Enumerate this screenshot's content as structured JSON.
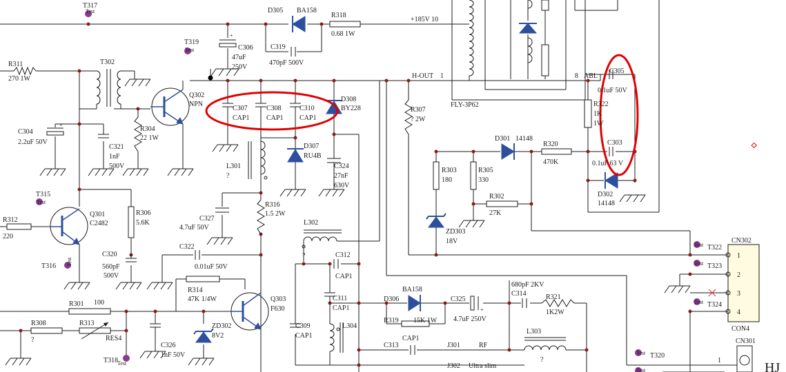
{
  "highlight_color": "#e00000",
  "component_color": "#2c4f9e",
  "testpoint_color": "#8a3a8f",
  "labels": {
    "T317": "T317",
    "D305": "D305",
    "BA158a": "BA158",
    "R318": "R318",
    "R318v": "0.68 1W",
    "v185": "+185V 10",
    "T319": "T319",
    "C306": "C306",
    "C306v1": "47uF",
    "C306v2": "250V",
    "C319": "C319",
    "C319v": "470pF 500V",
    "R311": "R311",
    "R311v": "270 1W",
    "T302": "T302",
    "Q302": "Q302",
    "Q302t": "NPN",
    "C307": "C307",
    "C307v": "CAP1",
    "C308": "C308",
    "C308v": "CAP1",
    "C310": "C310",
    "C310v": "CAP1",
    "D308": "D308",
    "D308v": "BY228",
    "HOUT": "H-OUT",
    "HOUTn": "1",
    "n8": "8",
    "ABL": "ABL",
    "C305": "C305",
    "C305v": "0.1uF 50V",
    "FLY": "FLY-3P62",
    "R307": "R307",
    "R307v": "? 2W",
    "R322": "R322",
    "R322v1": "1K",
    "R322v2": "1W",
    "C304": "C304",
    "C304v": "2.2uF 50V",
    "C321": "C321",
    "C321v1": "1nF",
    "C321v2": "500V",
    "R304": "R304",
    "R304v": "22 1W",
    "D301": "D301",
    "D301v": "14148",
    "R320": "R320",
    "R320v": "470K",
    "C303": "C303",
    "C303v": "0.1uF 63 V",
    "D307": "D307",
    "D307v": "RU4B",
    "C324": "C324",
    "C324v1": "27nF",
    "C324v2": "630V",
    "L301": "L301",
    "L301v": "?",
    "R303": "R303",
    "R303v": "180",
    "R305": "R305",
    "R305v": "330",
    "D302": "D302",
    "D302v": "14148",
    "T315": "T315",
    "Q301": "Q301",
    "Q301v": "C2482",
    "R306": "R306",
    "R306v": "5.6K",
    "R302": "R302",
    "R302v": "27K",
    "R312": "R312",
    "R312v": "220",
    "C327": "C327",
    "C327v": "4.7uF 50V",
    "R316": "R316",
    "R316v": "1.5 2W",
    "L302": "L302",
    "ZD303": "ZD303",
    "ZD303v": "18V",
    "C320": "C320",
    "C320v1": "560pF",
    "C320v2": "500V",
    "T316": "T316",
    "C322": "C322",
    "C322v": "0.01uF 50V",
    "C312": "C312",
    "C312v": "CAP1",
    "CN302": "CN302",
    "T322": "T322",
    "T323": "T323",
    "T324": "T324",
    "pin1": "1",
    "pin2": "2",
    "pin3": "3",
    "pin4": "4",
    "CON4": "CON4",
    "R314": "R314",
    "R314v": "47K 1/4W",
    "Q303": "Q303",
    "Q303v": "F630",
    "C311": "C311",
    "C311v": "CAP1",
    "BA158b": "BA158",
    "D306": "D306",
    "C325": "C325",
    "C325v": "4.7uF 250V",
    "C314": "C314",
    "C314v": "680pF 2KV",
    "R321": "R321",
    "R321v": "1K2W",
    "R301": "R301",
    "R301v": "100",
    "R308": "R308",
    "R308v": "?",
    "R313": "R313",
    "RES4": "RES4",
    "ZD302": "ZD302",
    "ZD302v": "8V2",
    "C326": "C326",
    "C326v": "1nF 50V",
    "T318": "T318",
    "C309": "C309",
    "C309v": "CAP1",
    "L304": "L304",
    "R319": "R319",
    "R319v": "15K 1W",
    "C313": "C313",
    "C313v": "CAP1",
    "J301": "J301",
    "RF": "RF",
    "L303": "L303",
    "J302": "J302",
    "J302v": "Ultra slim",
    "T320": "T320",
    "CN301": "CN301",
    "CN301p": "1",
    "HJ": "HJ",
    "test": "Test",
    "q": "?",
    "plus": "+"
  }
}
